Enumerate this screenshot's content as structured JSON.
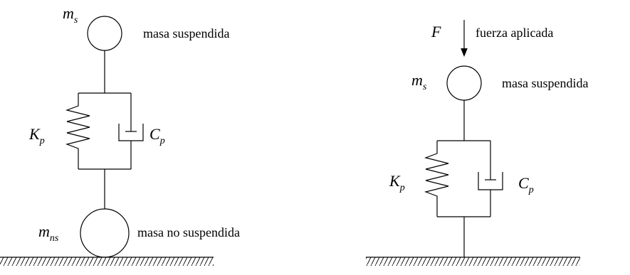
{
  "colors": {
    "line": "#000000",
    "unsprung_mass_fill": "#c8c8c8",
    "sprung_mass_fill": "#ffffff",
    "background": "#ffffff"
  },
  "left": {
    "ms_symbol": "m",
    "ms_sub": "s",
    "ms_label": "masa suspendida",
    "k_symbol": "K",
    "k_sub": "p",
    "c_symbol": "C",
    "c_sub": "p",
    "mns_symbol": "m",
    "mns_sub": "ns",
    "mns_label": "masa no suspendida"
  },
  "right": {
    "force_symbol": "F",
    "force_label": "fuerza aplicada",
    "ms_symbol": "m",
    "ms_sub": "s",
    "ms_label": "masa suspendida",
    "k_symbol": "K",
    "k_sub": "p",
    "c_symbol": "C",
    "c_sub": "p"
  }
}
